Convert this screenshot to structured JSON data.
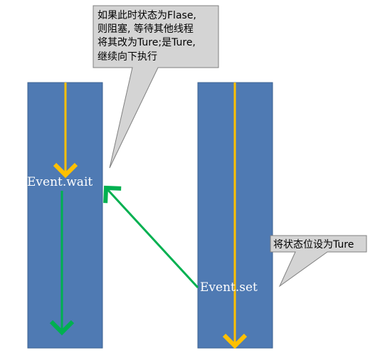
{
  "thread_left": {
    "label": "Event.wait"
  },
  "thread_right": {
    "label": "Event.set"
  },
  "callout_wait": {
    "lines": [
      "如果此时状态为Flase,",
      "则阻塞, 等待其他线程",
      "将其改为Ture;是Ture,",
      "继续向下执行"
    ]
  },
  "callout_set": {
    "text": "将状态位设为Ture"
  },
  "colors": {
    "bar": "#4f7ab3",
    "flow_arrow": "#ffc000",
    "signal_arrow": "#00b050",
    "callout_fill": "#d4d4d4",
    "callout_border": "#7f7f7f"
  }
}
